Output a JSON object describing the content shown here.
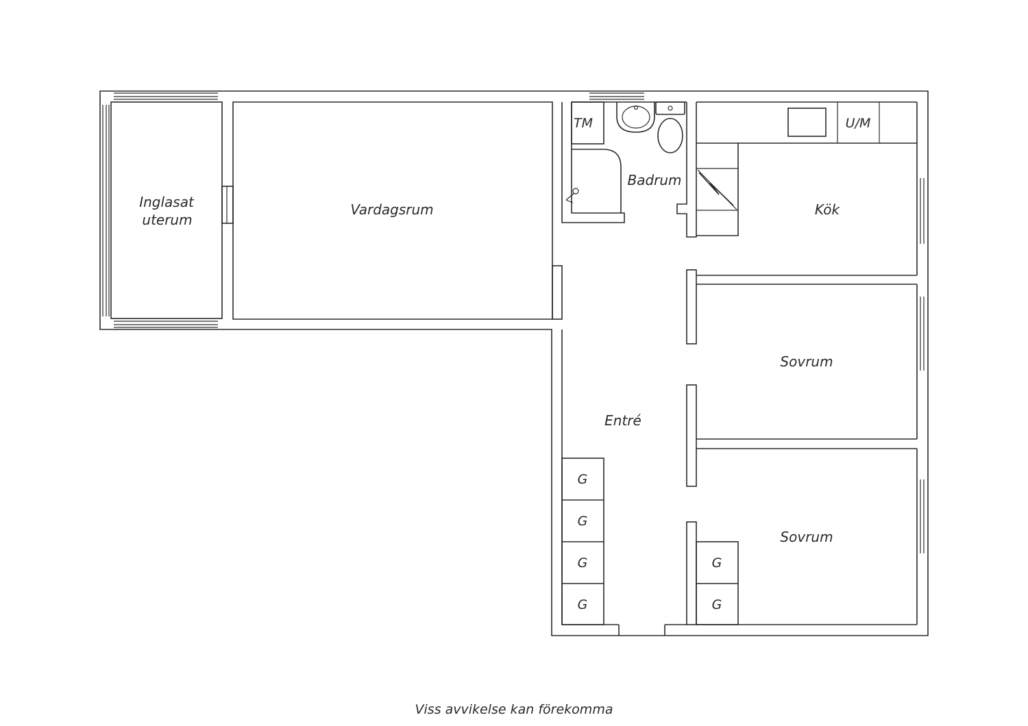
{
  "rooms": {
    "uterum_line1": "Inglasat",
    "uterum_line2": "uterum",
    "vardagsrum": "Vardagsrum",
    "badrum": "Badrum",
    "kok": "Kök",
    "sovrum_1": "Sovrum",
    "sovrum_2": "Sovrum",
    "entre": "Entré"
  },
  "fixtures": {
    "tm": "TM",
    "um": "U/M",
    "g": "G"
  },
  "footer": {
    "disclaimer": "Viss avvikelse kan förekomma"
  }
}
